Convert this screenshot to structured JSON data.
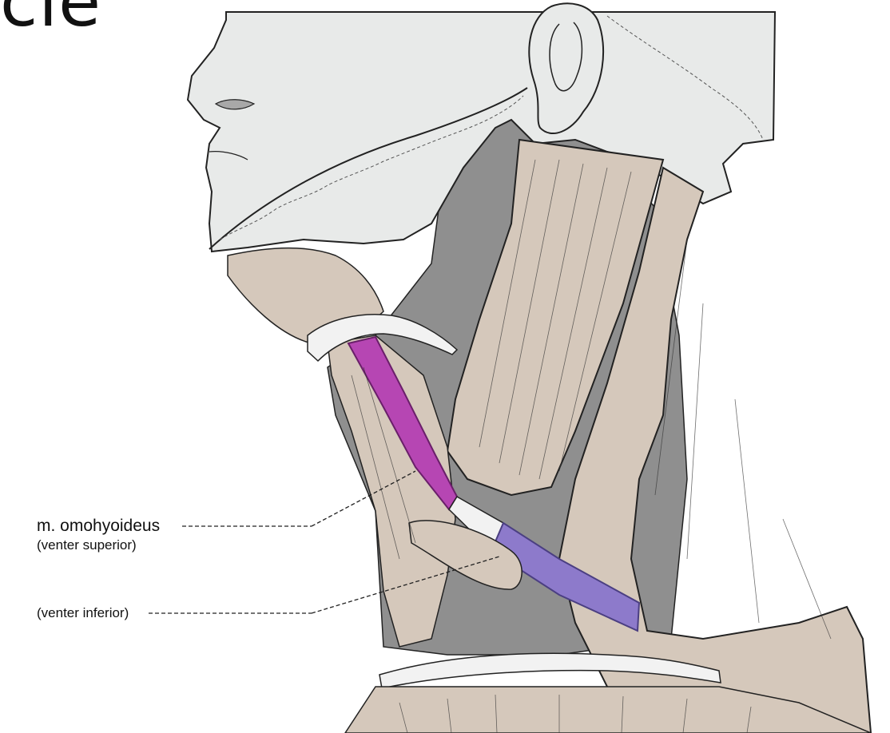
{
  "title_fragment": "cle",
  "labels": {
    "muscle": "m. omohyoideus",
    "superior_belly": "(venter superior)",
    "inferior_belly": "(venter inferior)"
  },
  "colors": {
    "skin": "#e8eae9",
    "muscle": "#d5c8bb",
    "muscle_shadow": "#b3a79c",
    "deep": "#8f8f8f",
    "tendon": "#f2f2f2",
    "highlight_superior": "#b646b3",
    "highlight_inferior": "#8d7acb",
    "outline": "#222222"
  }
}
